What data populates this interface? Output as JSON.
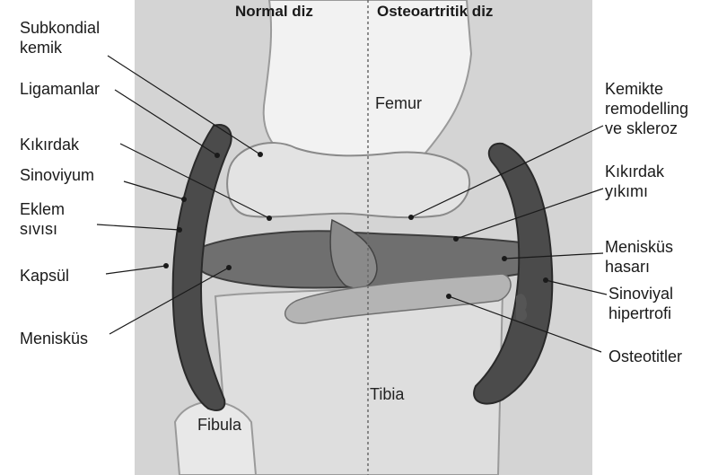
{
  "headers": {
    "normal": "Normal diz",
    "oa": "Osteoartritik diz"
  },
  "anatomy": {
    "femur": "Femur",
    "tibia": "Tibia",
    "fibula": "Fibula"
  },
  "left_labels": {
    "subchondral": "Subkondial\nkemik",
    "ligaments": "Ligamanlar",
    "cartilage": "Kıkırdak",
    "synovium": "Sinoviyum",
    "fluid": "Eklem\nsıvısı",
    "capsule": "Kapsül",
    "meniscus": "Menisküs"
  },
  "right_labels": {
    "remodelling": "Kemikte\nremodelling\nve skleroz",
    "cartilage_loss": "Kıkırdak\nyıkımı",
    "meniscus_damage": "Menisküs\nhasarı",
    "synovial_hyp": "Sinoviyal\nhipertrofi",
    "osteophytes": "Osteotitler"
  }
}
